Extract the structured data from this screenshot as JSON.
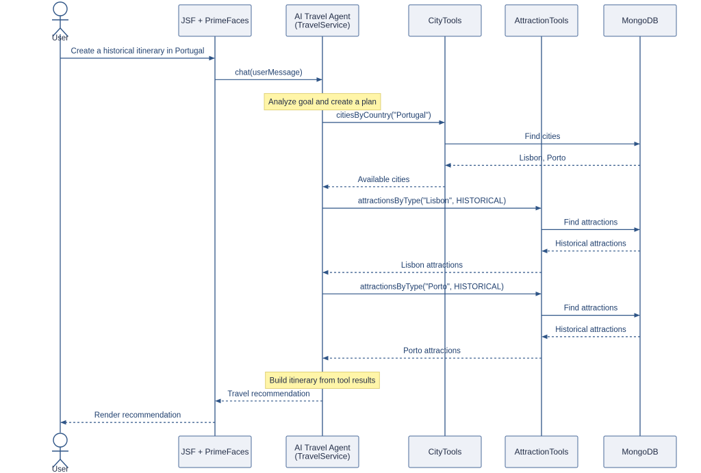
{
  "actor": {
    "id": "user",
    "label": "User"
  },
  "participants": [
    {
      "id": "jsf",
      "lines": [
        "JSF + PrimeFaces"
      ]
    },
    {
      "id": "agent",
      "lines": [
        "AI Travel Agent",
        "(TravelService)"
      ]
    },
    {
      "id": "citytools",
      "lines": [
        "CityTools"
      ]
    },
    {
      "id": "attractiontools",
      "lines": [
        "AttractionTools"
      ]
    },
    {
      "id": "mongodb",
      "lines": [
        "MongoDB"
      ]
    }
  ],
  "steps": [
    {
      "kind": "message",
      "from": "user",
      "to": "jsf",
      "style": "solid",
      "label": "Create a historical itinerary in Portugal"
    },
    {
      "kind": "message",
      "from": "jsf",
      "to": "agent",
      "style": "solid",
      "label": "chat(userMessage)"
    },
    {
      "kind": "note",
      "over": "agent",
      "label": "Analyze goal and create a plan"
    },
    {
      "kind": "message",
      "from": "agent",
      "to": "citytools",
      "style": "solid",
      "label": "citiesByCountry(\"Portugal\")"
    },
    {
      "kind": "message",
      "from": "citytools",
      "to": "mongodb",
      "style": "solid",
      "label": "Find cities"
    },
    {
      "kind": "message",
      "from": "mongodb",
      "to": "citytools",
      "style": "dashed",
      "label": "Lisbon, Porto"
    },
    {
      "kind": "message",
      "from": "citytools",
      "to": "agent",
      "style": "dashed",
      "label": "Available cities"
    },
    {
      "kind": "message",
      "from": "agent",
      "to": "attractiontools",
      "style": "solid",
      "label": "attractionsByType(\"Lisbon\", HISTORICAL)"
    },
    {
      "kind": "message",
      "from": "attractiontools",
      "to": "mongodb",
      "style": "solid",
      "label": "Find attractions"
    },
    {
      "kind": "message",
      "from": "mongodb",
      "to": "attractiontools",
      "style": "dashed",
      "label": "Historical attractions"
    },
    {
      "kind": "message",
      "from": "attractiontools",
      "to": "agent",
      "style": "dashed",
      "label": "Lisbon attractions"
    },
    {
      "kind": "message",
      "from": "agent",
      "to": "attractiontools",
      "style": "solid",
      "label": "attractionsByType(\"Porto\", HISTORICAL)"
    },
    {
      "kind": "message",
      "from": "attractiontools",
      "to": "mongodb",
      "style": "solid",
      "label": "Find attractions"
    },
    {
      "kind": "message",
      "from": "mongodb",
      "to": "attractiontools",
      "style": "dashed",
      "label": "Historical attractions"
    },
    {
      "kind": "message",
      "from": "attractiontools",
      "to": "agent",
      "style": "dashed",
      "label": "Porto attractions"
    },
    {
      "kind": "note",
      "over": "agent",
      "label": "Build itinerary from tool results"
    },
    {
      "kind": "message",
      "from": "agent",
      "to": "jsf",
      "style": "dashed",
      "label": "Travel recommendation"
    },
    {
      "kind": "message",
      "from": "jsf",
      "to": "user",
      "style": "dashed",
      "label": "Render recommendation"
    }
  ],
  "colors": {
    "line": "#2f5587",
    "box_fill": "#eef1f7",
    "box_stroke": "#4a6a9a",
    "note_fill": "#fff5a8",
    "note_stroke": "#e0d27a",
    "text": "#1f2a44"
  }
}
